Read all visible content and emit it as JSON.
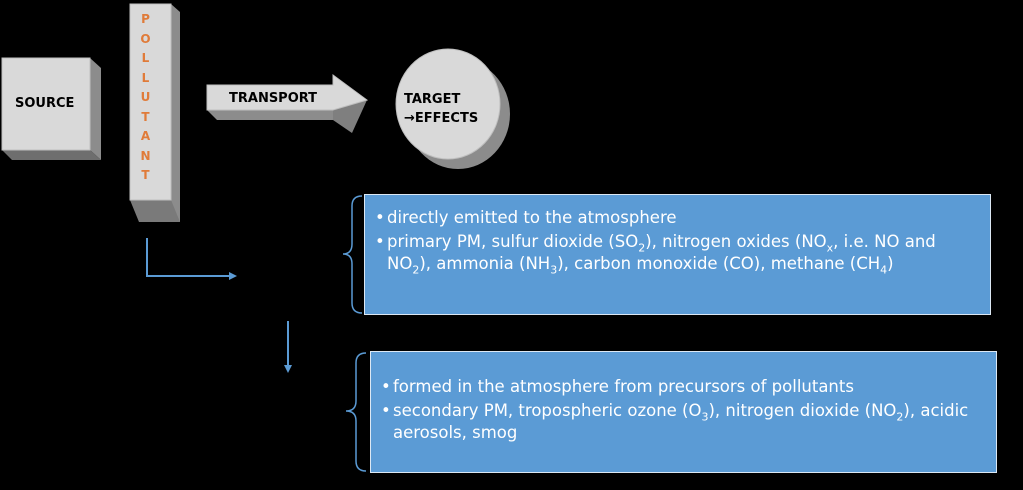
{
  "nodes": {
    "source": "SOURCE",
    "pollutant_letters": [
      "P",
      "O",
      "L",
      "L",
      "U",
      "T",
      "A",
      "N",
      "T"
    ],
    "transport": "TRANSPORT",
    "target_line1": "TARGET",
    "target_line2": "→EFFECTS"
  },
  "primary": {
    "bullet1": "directly emitted to the atmosphere",
    "bullet2": {
      "t1": "primary PM, sulfur dioxide (SO",
      "s1": "2",
      "t2": "), nitrogen oxides (NO",
      "s2": "x",
      "t3": ", i.e. NO and NO",
      "s3": "2",
      "t4": "), ammonia (NH",
      "s4": "3",
      "t5": "), carbon monoxide (CO), methane (CH",
      "s5": "4",
      "t6": ")"
    }
  },
  "secondary": {
    "bullet1": "formed in the atmosphere from precursors of pollutants",
    "bullet2": {
      "t1": "secondary PM, tropospheric ozone (O",
      "s1": "3",
      "t2": "), nitrogen dioxide (NO",
      "s2": "2",
      "t3": "), acidic aerosols, smog"
    }
  },
  "colors": {
    "background": "#000000",
    "box_fill": "#5B9BD5",
    "connector": "#5B9BD5",
    "pollutant_letters": "#E07B39",
    "shape_face": "#D9D9D9",
    "shape_side": "#8C8C8C"
  }
}
